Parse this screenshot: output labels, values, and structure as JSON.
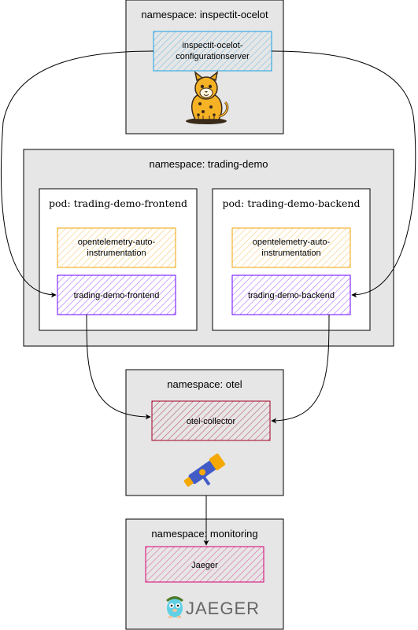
{
  "namespaces": {
    "ocelot": {
      "title": "namespace: inspectit-ocelot"
    },
    "trading": {
      "title": "namespace: trading-demo"
    },
    "otel": {
      "title": "namespace: otel"
    },
    "monitoring": {
      "title": "namespace: monitoring"
    }
  },
  "pods": {
    "frontend": {
      "title": "pod: trading-demo-frontend"
    },
    "backend": {
      "title": "pod: trading-demo-backend"
    }
  },
  "components": {
    "config_server": {
      "line1": "inspectit-ocelot-",
      "line2": "configurationserver",
      "color": "#1ba1e2"
    },
    "auto_instr_frontend": {
      "line1": "opentelemetry-auto-",
      "line2": "instrumentation",
      "color": "#f0a30a"
    },
    "auto_instr_backend": {
      "line1": "opentelemetry-auto-",
      "line2": "instrumentation",
      "color": "#f0a30a"
    },
    "frontend": {
      "label": "trading-demo-frontend",
      "color": "#6a00ff"
    },
    "backend": {
      "label": "trading-demo-backend",
      "color": "#6a00ff"
    },
    "collector": {
      "label": "otel-collector",
      "color": "#a20025"
    },
    "jaeger": {
      "label": "Jaeger",
      "color": "#d80073"
    }
  },
  "logos": {
    "ocelot": "ocelot-mascot-icon",
    "otel": "telescope-icon",
    "jaeger": {
      "icon": "gopher-icon",
      "wordmark": "JAEGER"
    }
  }
}
